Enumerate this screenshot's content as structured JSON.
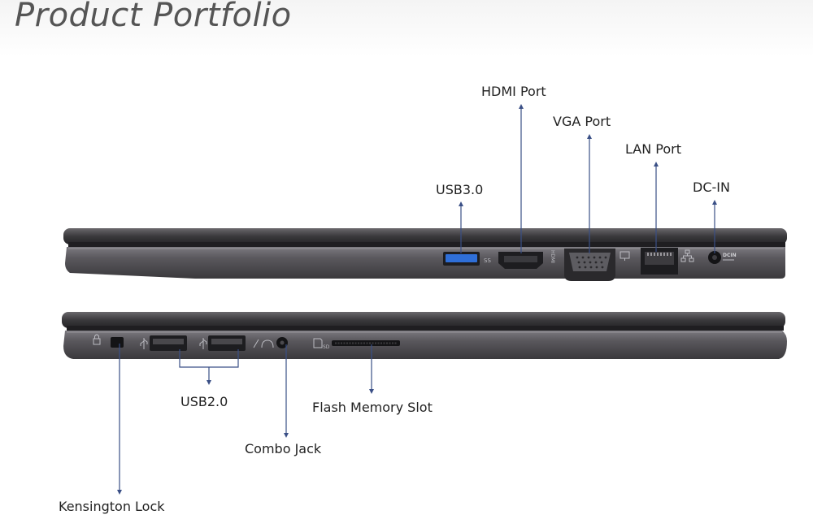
{
  "header": {
    "title": "Product Portfolio"
  },
  "ports_right_side": [
    {
      "id": "usb3",
      "label": "USB3.0"
    },
    {
      "id": "hdmi",
      "label": "HDMI Port"
    },
    {
      "id": "vga",
      "label": "VGA Port"
    },
    {
      "id": "lan",
      "label": "LAN Port"
    },
    {
      "id": "dcin",
      "label": "DC-IN"
    }
  ],
  "ports_left_side": [
    {
      "id": "kensington",
      "label": "Kensington Lock"
    },
    {
      "id": "usb2",
      "label": "USB2.0"
    },
    {
      "id": "combo",
      "label": "Combo Jack"
    },
    {
      "id": "flash",
      "label": "Flash Memory Slot"
    }
  ],
  "icons": {
    "usb3_logo": "SS",
    "hdmi_logo": "HDMI",
    "dcin_logo": "DCIN",
    "sd_logo": "SD"
  },
  "colors": {
    "chassis": "#4d4b4f",
    "chassis_dark": "#2b2a2d",
    "usb3_blue": "#2f6fd8",
    "callout_line": "#3a4f86"
  }
}
